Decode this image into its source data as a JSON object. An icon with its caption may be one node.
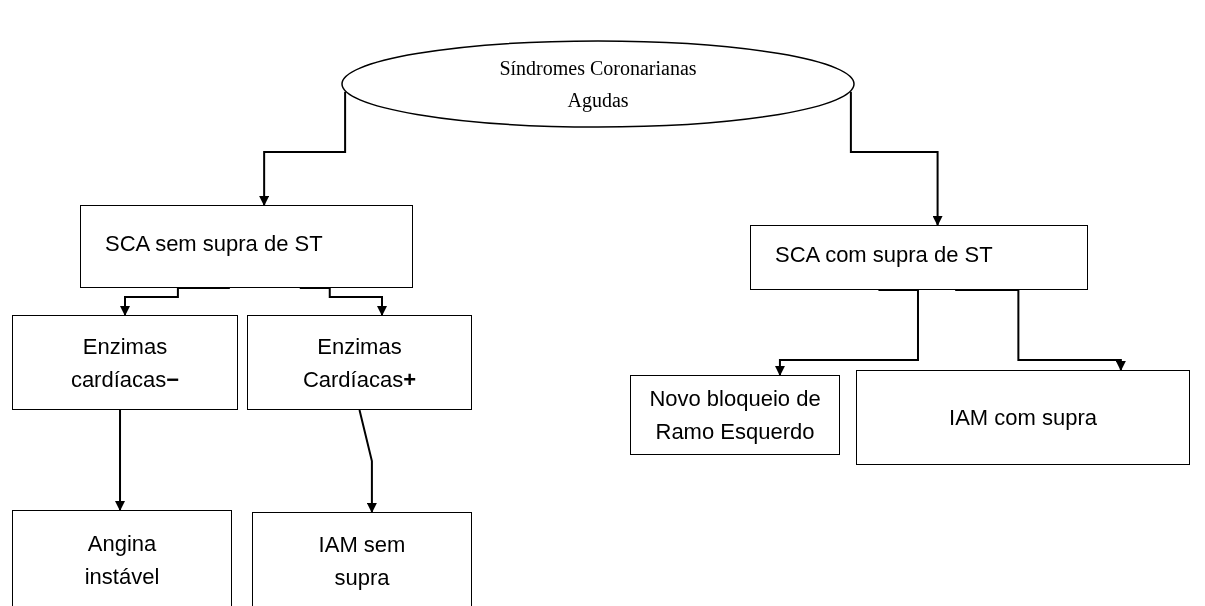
{
  "diagram": {
    "nodes": [
      {
        "text": [
          "Síndromes Coronarianas Agudas"
        ]
      },
      {
        "text": [
          "SCA sem supra de ST"
        ]
      },
      {
        "text": [
          "Enzimas cardíacas**−**"
        ]
      },
      {
        "text": [
          "Enzimas Cardíacas**+**"
        ]
      },
      {
        "text": [
          "Angina instável"
        ]
      },
      {
        "text": [
          "IAM sem supra"
        ]
      },
      {
        "text": [
          "SCA com supra de ST"
        ]
      },
      {
        "text": [
          "Novo bloqueio de Ramo Esquerdo"
        ]
      },
      {
        "text": [
          "IAM com supra"
        ]
      }
    ],
    "edges": [
      {
        "from": 0,
        "to": 1,
        "arrow": "to"
      },
      {
        "from": 0,
        "to": 6,
        "arrow": "to"
      },
      {
        "from": 1,
        "to": 2,
        "arrow": "to"
      },
      {
        "from": 1,
        "to": 3,
        "arrow": "to"
      },
      {
        "from": 2,
        "to": 4,
        "arrow": "to"
      },
      {
        "from": 3,
        "to": 5,
        "arrow": "to"
      },
      {
        "from": 6,
        "to": 7,
        "arrow": "to"
      },
      {
        "from": 6,
        "to": 8,
        "arrow": "to"
      }
    ]
  }
}
